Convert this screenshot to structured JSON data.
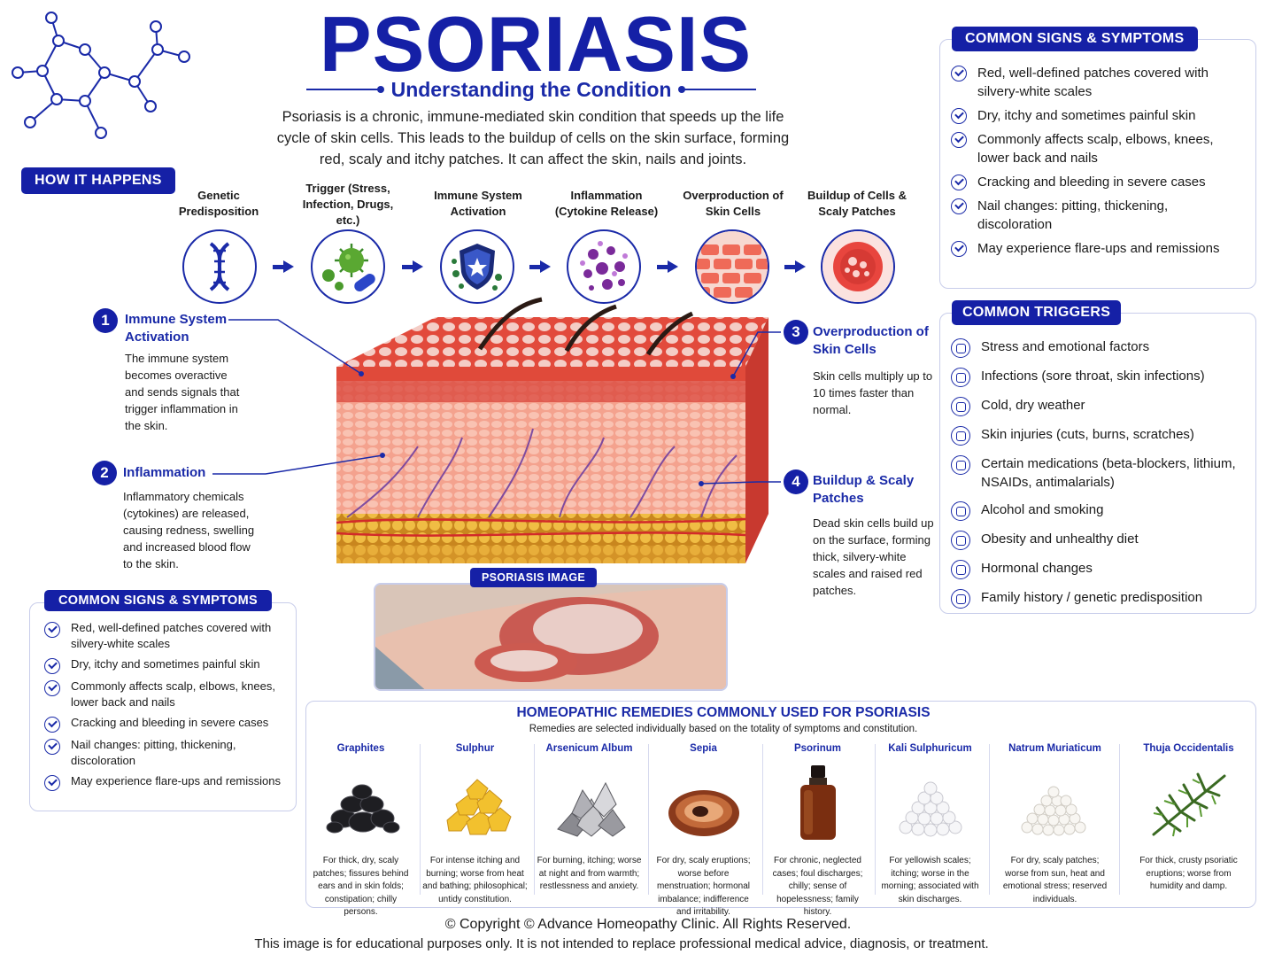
{
  "header": {
    "title": "PSORIASIS",
    "subtitle": "Understanding the Condition",
    "intro": "Psoriasis is a chronic, immune-mediated skin condition that speeds up the life cycle of skin cells. This leads to the buildup of cells on the skin surface, forming red, scaly and itchy patches. It can affect the skin, nails and joints."
  },
  "how_it_happens": {
    "label": "HOW IT HAPPENS",
    "steps": [
      {
        "label": "Genetic Predisposition",
        "icon": "dna-icon"
      },
      {
        "label": "Trigger (Stress, Infection, Drugs, etc.)",
        "icon": "virus-pill-icon"
      },
      {
        "label": "Immune System Activation",
        "icon": "shield-icon"
      },
      {
        "label": "Inflammation (Cytokine Release)",
        "icon": "cytokine-icon"
      },
      {
        "label": "Overproduction of Skin Cells",
        "icon": "skin-cells-icon"
      },
      {
        "label": "Buildup of Cells & Scaly Patches",
        "icon": "scaly-patch-icon"
      }
    ]
  },
  "callouts": [
    {
      "num": "1",
      "title": "Immune System Activation",
      "text": "The immune system becomes overactive and sends signals that trigger inflammation in the skin."
    },
    {
      "num": "2",
      "title": "Inflammation",
      "text": "Inflammatory chemicals (cytokines) are released, causing redness, swelling and increased blood flow to the skin."
    },
    {
      "num": "3",
      "title": "Overproduction of Skin Cells",
      "text": "Skin cells multiply up to 10 times faster than normal."
    },
    {
      "num": "4",
      "title": "Buildup & Scaly Patches",
      "text": "Dead skin cells build up on the surface, forming thick, silvery-white scales and raised red patches."
    }
  ],
  "psoriasis_image_label": "PSORIASIS IMAGE",
  "signs_right": {
    "label": "COMMON SIGNS & SYMPTOMS",
    "items": [
      "Red, well-defined patches covered with silvery-white scales",
      "Dry, itchy and sometimes painful skin",
      "Commonly affects scalp, elbows, knees, lower back and nails",
      "Cracking and bleeding in severe cases",
      "Nail changes: pitting, thickening, discoloration",
      "May experience flare-ups and remissions"
    ]
  },
  "signs_left": {
    "label": "COMMON SIGNS & SYMPTOMS",
    "items": [
      "Red, well-defined patches covered with silvery-white scales",
      "Dry, itchy and sometimes painful skin",
      "Commonly affects scalp, elbows, knees, lower back and nails",
      "Cracking and bleeding in severe cases",
      "Nail changes: pitting, thickening, discoloration",
      "May experience flare-ups and remissions"
    ]
  },
  "triggers": {
    "label": "COMMON TRIGGERS",
    "items": [
      "Stress and emotional factors",
      "Infections (sore throat, skin infections)",
      "Cold, dry weather",
      "Skin injuries (cuts, burns, scratches)",
      "Certain medications (beta-blockers, lithium, NSAIDs, antimalarials)",
      "Alcohol and smoking",
      "Obesity and unhealthy diet",
      "Hormonal changes",
      "Family history / genetic predisposition"
    ]
  },
  "remedies": {
    "title": "HOMEOPATHIC REMEDIES COMMONLY USED FOR PSORIASIS",
    "subtitle": "Remedies are selected individually based on the totality of symptoms and constitution.",
    "items": [
      {
        "name": "Graphites",
        "desc": "For thick, dry, scaly patches; fissures behind ears and in skin folds; constipation; chilly persons."
      },
      {
        "name": "Sulphur",
        "desc": "For intense itching and burning; worse from heat and bathing; philosophical; untidy constitution."
      },
      {
        "name": "Arsenicum Album",
        "desc": "For burning, itching; worse at night and from warmth; restlessness and anxiety."
      },
      {
        "name": "Sepia",
        "desc": "For dry, scaly eruptions; worse before menstruation; hormonal imbalance; indifference and irritability."
      },
      {
        "name": "Psorinum",
        "desc": "For chronic, neglected cases; foul discharges; chilly; sense of hopelessness; family history."
      },
      {
        "name": "Kali Sulphuricum",
        "desc": "For yellowish scales; itching; worse in the morning; associated with skin discharges."
      },
      {
        "name": "Natrum Muriaticum",
        "desc": "For dry, scaly patches; worse from sun, heat and emotional stress; reserved individuals."
      },
      {
        "name": "Thuja Occidentalis",
        "desc": "For thick, crusty psoriatic eruptions; worse from humidity and damp."
      }
    ]
  },
  "footer": {
    "copyright": "© Copyright © Advance Homeopathy Clinic. All Rights Reserved.",
    "disclaimer": "This image is for educational purposes only. It is not intended to replace professional medical advice, diagnosis, or treatment."
  },
  "colors": {
    "primary": "#1520a6",
    "skin_red": "#d9443a",
    "fat_yellow": "#e8b23a"
  }
}
